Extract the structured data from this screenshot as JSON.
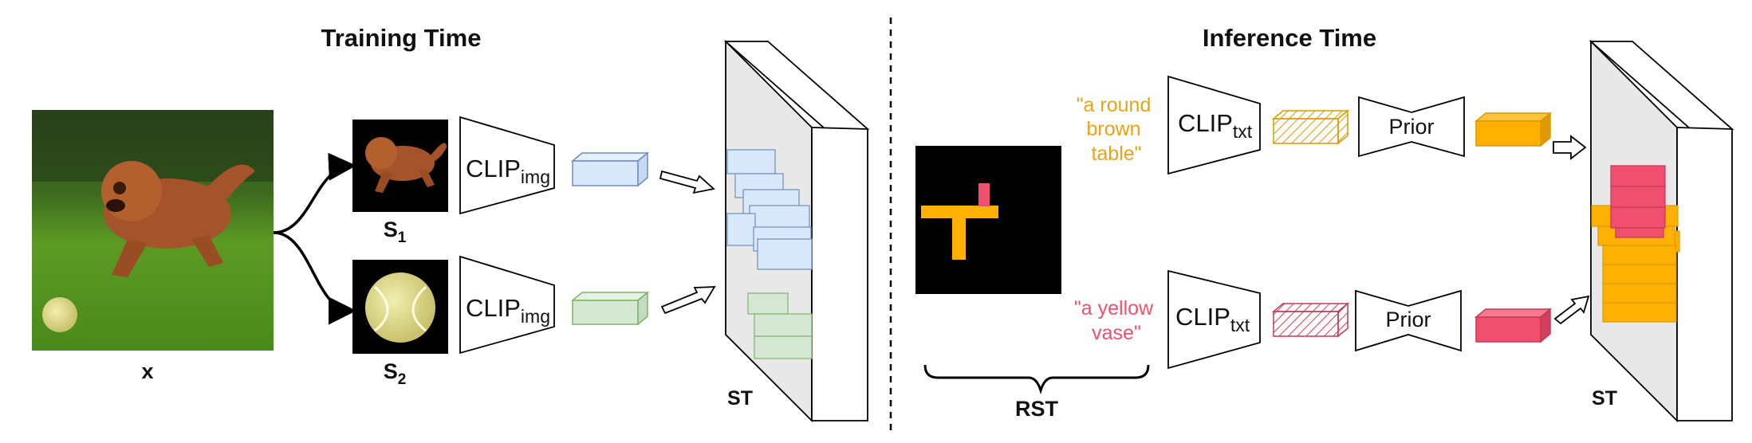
{
  "training": {
    "title": "Training Time",
    "x_label": "x",
    "s1_label": "S",
    "s1_sub": "1",
    "s2_label": "S",
    "s2_sub": "2",
    "clip_main": "CLIP",
    "clip_sub": "img",
    "st_label": "ST"
  },
  "inference": {
    "title": "Inference Time",
    "prompt1": [
      "\"a round",
      "brown",
      "table\""
    ],
    "prompt2": [
      "\"a yellow",
      "vase\""
    ],
    "clip_main": "CLIP",
    "clip_sub": "txt",
    "prior_label": "Prior",
    "rst_label": "RST",
    "st_label": "ST"
  },
  "colors": {
    "blue_fill": "#dae8fc",
    "blue_stroke": "#6c8ebf",
    "green_fill": "#d5e8d4",
    "green_stroke": "#82b366",
    "orange_fill": "#ffb000",
    "orange_stroke": "#d79b00",
    "pink_fill": "#f0506e",
    "pink_stroke": "#c23a57",
    "prompt1_color": "#e8a317",
    "prompt2_color": "#f0506e",
    "panel_gray": "#e8e8e8"
  },
  "icons": {
    "dog_photo": "dog-photo-icon",
    "ball_photo": "tennis-ball-photo-icon"
  }
}
